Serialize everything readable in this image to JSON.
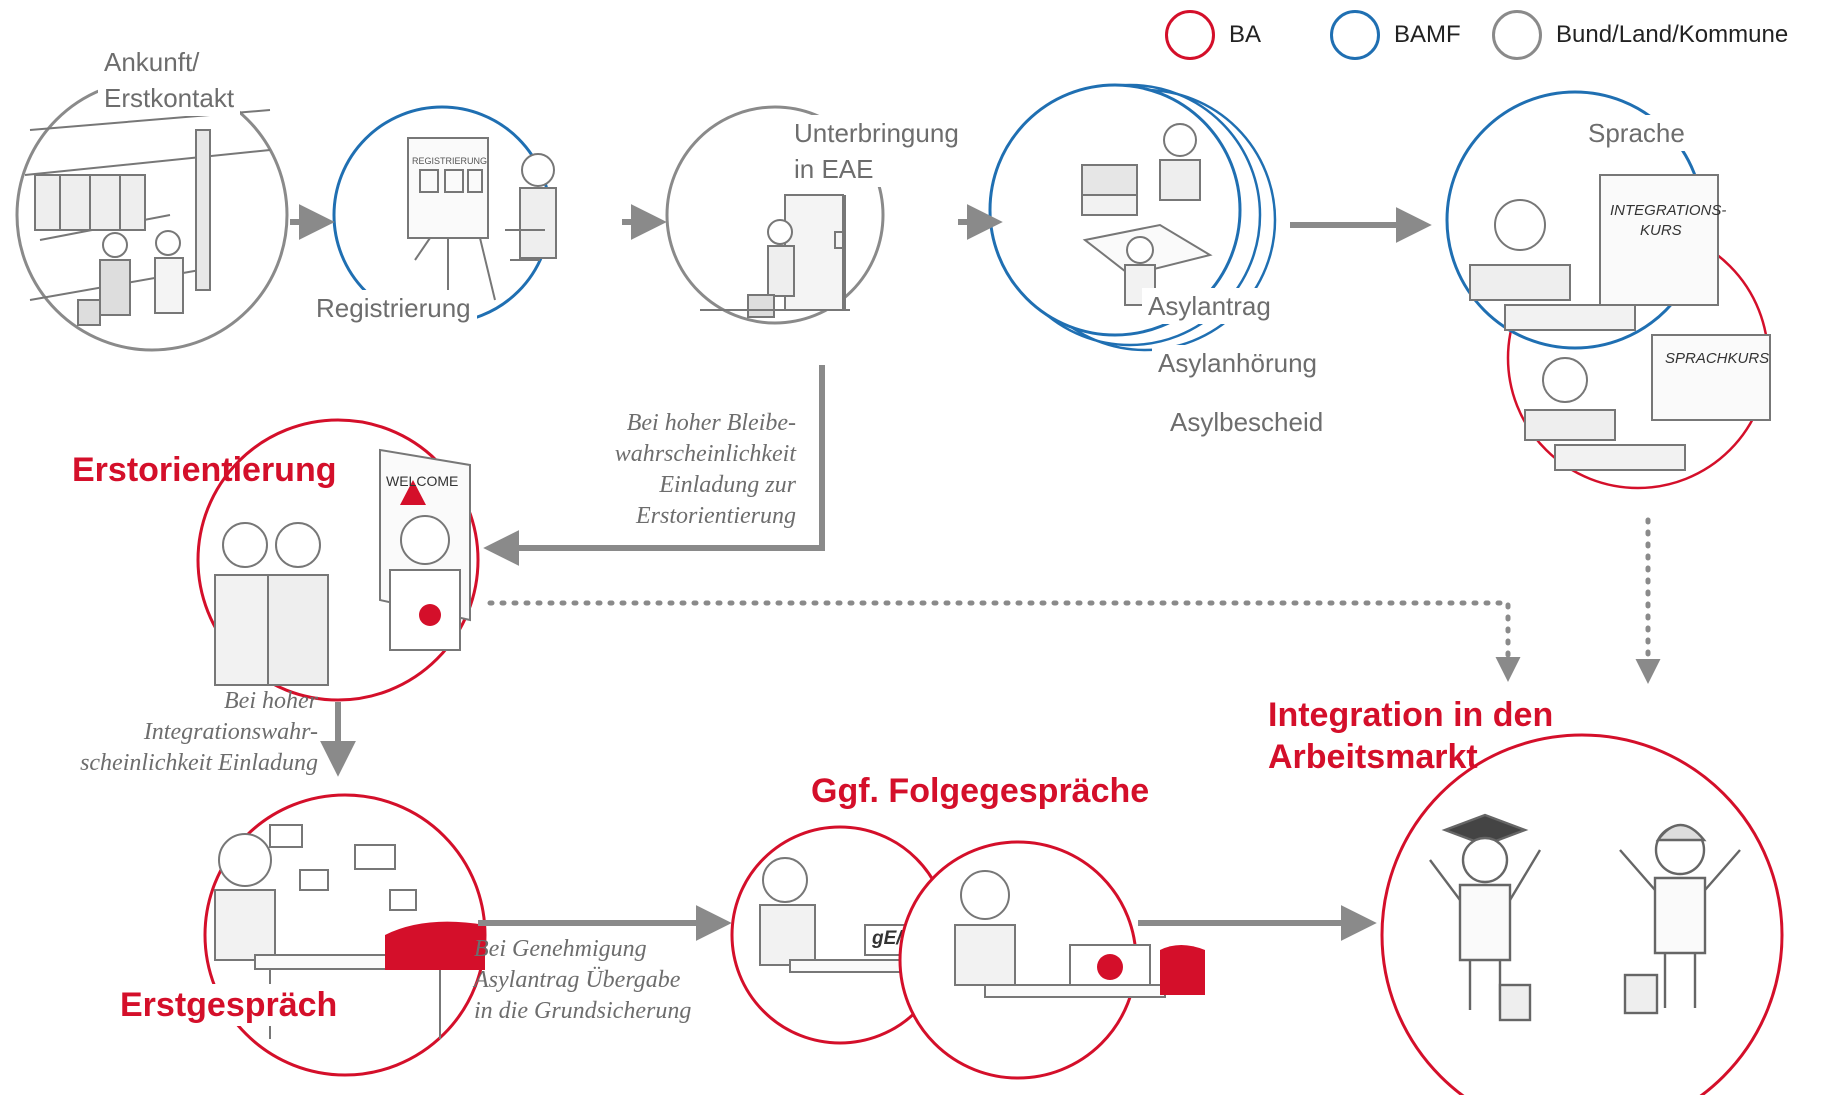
{
  "legend": {
    "items": [
      {
        "label": "BA",
        "color": "#d40f2a"
      },
      {
        "label": "BAMF",
        "color": "#1f6fb2"
      },
      {
        "label": "Bund/Land/Kommune",
        "color": "#8a8a8a"
      }
    ]
  },
  "colors": {
    "ba": "#d40f2a",
    "bamf": "#1f6fb2",
    "neutral": "#8a8a8a",
    "arrow": "#8a8a8a"
  },
  "stages": {
    "ankunft": {
      "line1": "Ankunft/",
      "line2": "Erstkontakt"
    },
    "registrierung": {
      "label": "Registrierung"
    },
    "unterbringung": {
      "line1": "Unterbringung",
      "line2": "in EAE"
    },
    "asyl": {
      "label1": "Asylantrag",
      "label2": "Asylanhörung",
      "label3": "Asylbescheid"
    },
    "sprache": {
      "label": "Sprache",
      "sign_integration": "INTEGRATIONS-",
      "sign_kurs": "KURS",
      "sign_sprachkurs": "SPRACHKURS"
    },
    "erstorientierung": {
      "label": "Erstorientierung",
      "welcome": "WELCOME"
    },
    "erstgespraech": {
      "label": "Erstgespräch"
    },
    "folgegespraeche": {
      "label": "Ggf. Folgegespräche",
      "laptop": "gE/zkT"
    },
    "integration": {
      "line1": "Integration in den",
      "line2": "Arbeitsmarkt"
    }
  },
  "notes": {
    "bleibe": {
      "line1": "Bei hoher Bleibe-",
      "line2": "wahrscheinlichkeit",
      "line3": "Einladung zur",
      "line4": "Erstorientierung"
    },
    "integration": {
      "line1": "Bei hoher",
      "line2": "Integrationswahr-",
      "line3": "scheinlichkeit Einladung"
    },
    "genehmigung": {
      "line1": "Bei Genehmigung",
      "line2": "Asylantrag Übergabe",
      "line3": "in die Grundsicherung"
    }
  }
}
